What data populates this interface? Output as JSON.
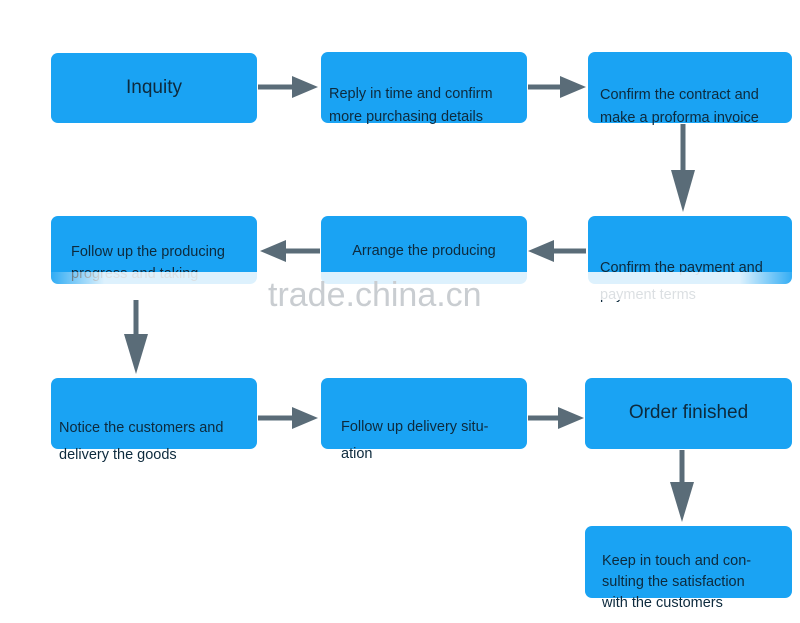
{
  "nodes": {
    "inquity": "Inquity",
    "reply": "Reply in time and confirm\nmore purchasing details",
    "confirm_contract": "Confirm the contract and\nmake a proforma invoice",
    "confirm_payment": "Confirm the payment and\npayment terms",
    "arrange": "Arrange the producing",
    "follow_production": "Follow up the producing\nprogress and taking\nphotos for inspect",
    "notice": "Notice the customers and\ndelivery the goods",
    "follow_delivery": "Follow up delivery situ-\nation",
    "order_finished": "Order finished",
    "keep_touch": "Keep in touch and con-\nsulting the satisfaction\nwith the customers"
  },
  "watermark": "trade.china.cn",
  "colors": {
    "node_fill": "#1aa3f3",
    "arrow": "#5a6c78",
    "text": "#0d2a3d"
  }
}
